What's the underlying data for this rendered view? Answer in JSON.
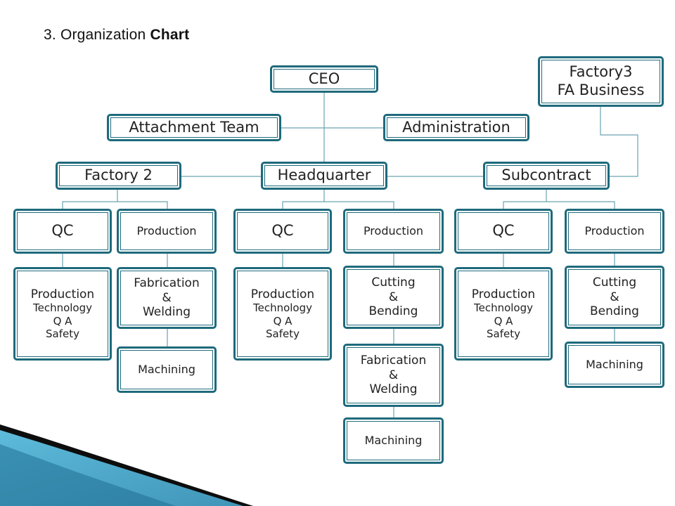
{
  "title": {
    "prefix": "3. Organization",
    "suffix": "Chart"
  },
  "nodes": {
    "ceo": "CEO",
    "factory3": [
      "Factory3",
      "FA Business"
    ],
    "attachment_team": "Attachment Team",
    "administration": "Administration",
    "factory2": "Factory 2",
    "headquarter": "Headquarter",
    "subcontract": "Subcontract",
    "qc": "QC",
    "production": "Production",
    "prod_tech": [
      "Production",
      "Technology",
      "Q A",
      "Safety"
    ],
    "fab_weld": [
      "Fabrication",
      "&",
      "Welding"
    ],
    "cut_bend": [
      "Cutting",
      "&",
      "Bending"
    ],
    "machining": "Machining"
  },
  "colors": {
    "border": "#1e6a7c",
    "line": "#5a9aa8",
    "accent": "#3aa0c4"
  }
}
